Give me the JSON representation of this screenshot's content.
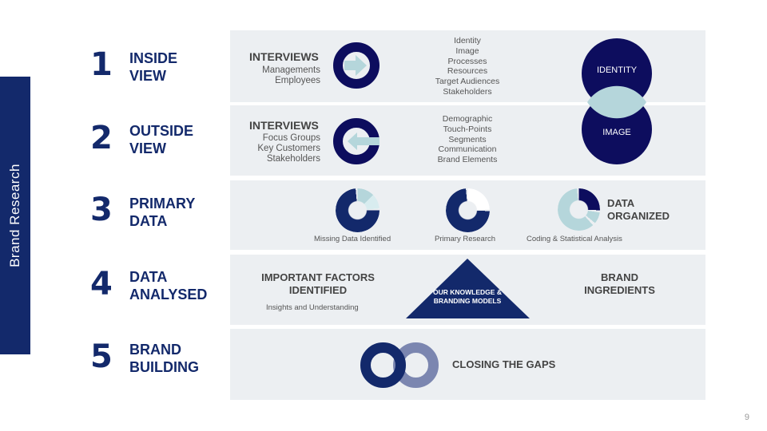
{
  "sidebar": {
    "label": "Brand Research"
  },
  "steps": [
    {
      "num": "1",
      "title": "INSIDE VIEW",
      "heading": "INTERVIEWS",
      "items": [
        "Managements",
        "Employees"
      ],
      "list": [
        "Identity",
        "Image",
        "Processes",
        "Resources",
        "Target Audiences",
        "Stakeholders"
      ]
    },
    {
      "num": "2",
      "title": "OUTSIDE VIEW",
      "heading": "INTERVIEWS",
      "items": [
        "Focus Groups",
        "Key Customers",
        "Stakeholders"
      ],
      "list": [
        "Demographic",
        "Touch-Points",
        "Segments",
        "Communication",
        "Brand Elements"
      ]
    },
    {
      "num": "3",
      "title": "PRIMARY DATA",
      "captions": [
        "Missing Data Identified",
        "Primary Research",
        "Coding & Statistical Analysis"
      ],
      "heading": "DATA ORGANIZED"
    },
    {
      "num": "4",
      "title": "DATA ANALYSED",
      "left_heading": "IMPORTANT FACTORS IDENTIFIED",
      "left_sub": "Insights and Understanding",
      "triangle": "OUR KNOWLEDGE & BRANDING MODELS",
      "right_heading": "BRAND INGREDIENTS"
    },
    {
      "num": "5",
      "title": "BRAND BUILDING",
      "heading": "CLOSING THE GAPS"
    }
  ],
  "venn": {
    "top": "IDENTITY",
    "bottom": "IMAGE"
  },
  "page_number": "9",
  "colors": {
    "navy": "#13296b",
    "dark": "#0d0d5e",
    "light": "#b5d6db",
    "panel": "#eceff2"
  }
}
